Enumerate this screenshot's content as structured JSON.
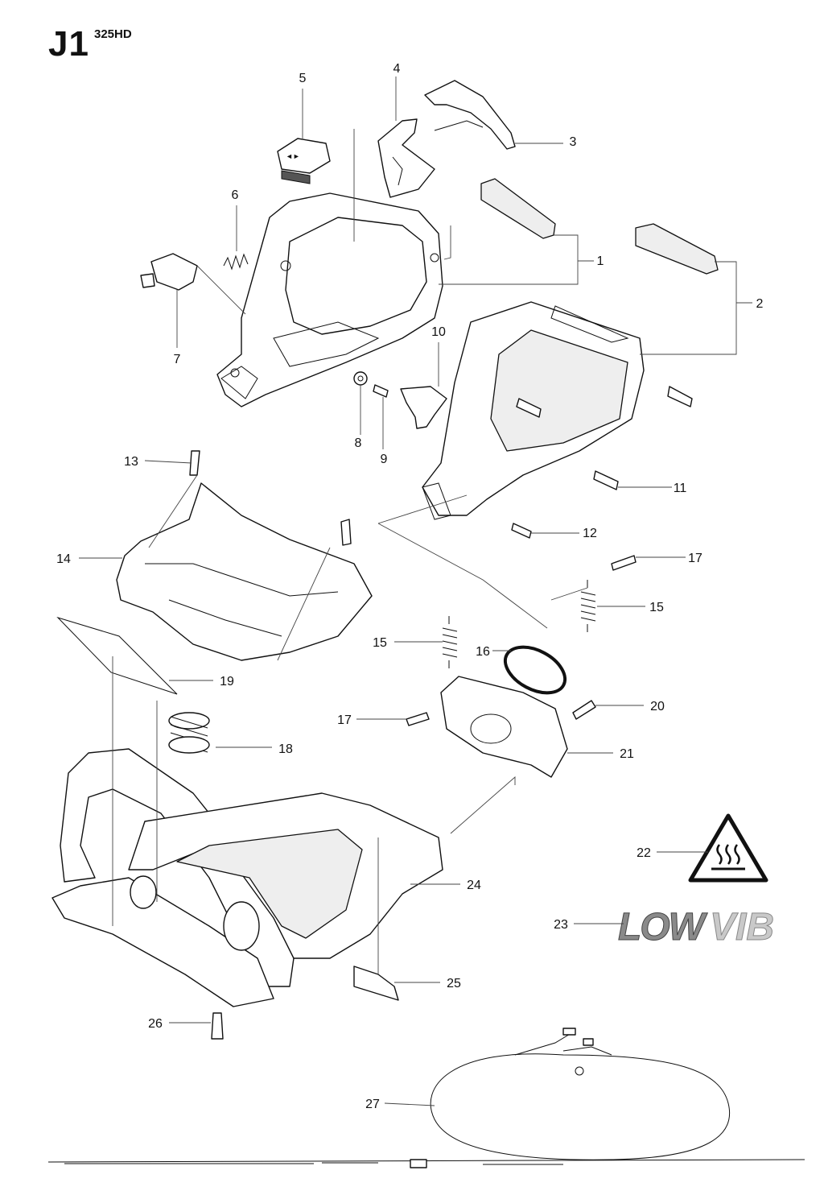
{
  "header": {
    "page_code": "J1",
    "model": "325HD"
  },
  "callouts": [
    "1",
    "2",
    "3",
    "4",
    "5",
    "6",
    "7",
    "8",
    "9",
    "10",
    "11",
    "12",
    "13",
    "14",
    "15",
    "15",
    "16",
    "17",
    "17",
    "18",
    "19",
    "20",
    "21",
    "22",
    "23",
    "24",
    "25",
    "26",
    "27"
  ],
  "colors": {
    "line": "#111111",
    "warning_fill": "#ffffff",
    "logo_grey": "#9a9a9a"
  },
  "icons": {
    "warning_label": "hot-surface-warning-icon",
    "low_vib_label": "low-vib-logo"
  }
}
